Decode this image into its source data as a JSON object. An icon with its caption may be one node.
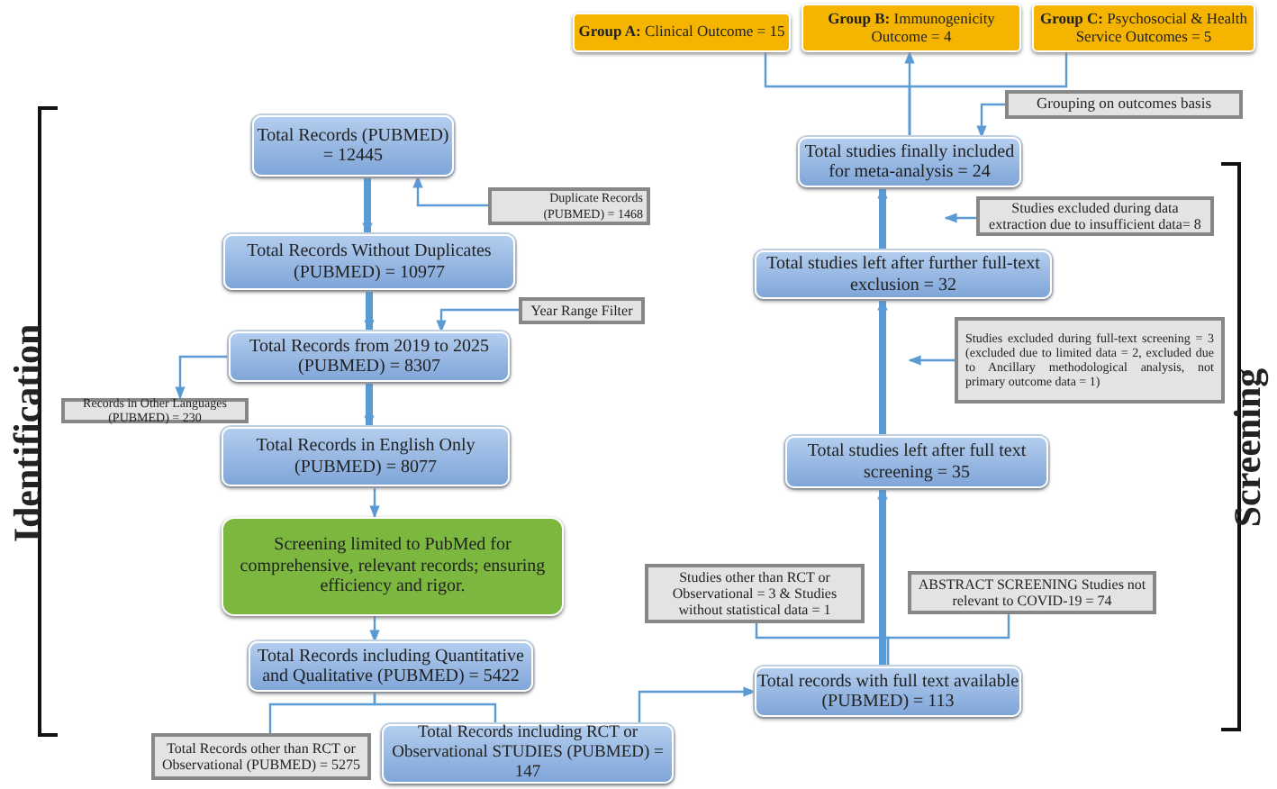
{
  "diagram": {
    "nodes": [
      {
        "text": [
          "Total Records (PUBMED) = 12445"
        ]
      },
      {
        "text": [
          "Duplicate Records (PUBMED) = 1468"
        ]
      },
      {
        "text": [
          "Total Records Without Duplicates (PUBMED) = 10977"
        ]
      },
      {
        "text": [
          "Year Range Filter"
        ]
      },
      {
        "text": [
          "Total Records from 2019 to 2025 (PUBMED) = 8307"
        ]
      },
      {
        "text": [
          "Records in Other Languages (PUBMED) = 230"
        ]
      },
      {
        "text": [
          "Total Records in English Only (PUBMED) = 8077"
        ]
      },
      {
        "text": [
          "Screening limited to PubMed for comprehensive, relevant records; ensuring efficiency and rigor."
        ]
      },
      {
        "text": [
          "Total Records including Quantitative and Qualitative (PUBMED) = 5422"
        ]
      },
      {
        "text": [
          "Total Records other than RCT or Observational (PUBMED) = 5275"
        ]
      },
      {
        "text": [
          "Total Records including RCT or Observational STUDIES (PUBMED) = 147"
        ]
      },
      {
        "text": [
          "Total records with full text available (PUBMED) = 113"
        ]
      },
      {
        "text": [
          "Studies other than RCT or Observational = 3 & Studies without statistical data = 1"
        ]
      },
      {
        "text": [
          "ABSTRACT SCREENING Studies not relevant to COVID-19 = 74"
        ]
      },
      {
        "text": [
          "Total studies left after full text screening = 35"
        ]
      },
      {
        "text": [
          "Studies excluded during full-text screening = 3 (excluded due to limited data = 2, excluded due to Ancillary methodological analysis, not primary outcome data = 1)"
        ]
      },
      {
        "text": [
          "Total studies left after further full-text exclusion = 32"
        ]
      },
      {
        "text": [
          "Studies excluded during data extraction due to insufficient data= 8"
        ]
      },
      {
        "text": [
          "Total studies finally included for meta-analysis = 24"
        ]
      },
      {
        "text": [
          "Grouping on outcomes basis"
        ]
      },
      {
        "text": [
          "**Group A:** Clinical Outcome = 15"
        ]
      },
      {
        "text": [
          "**Group B:** Immunogenicity Outcome = 4"
        ]
      },
      {
        "text": [
          "**Group C:** Psychosocial & Health Service Outcomes  = 5"
        ]
      }
    ],
    "edges": [
      {
        "from": 0,
        "to": 2,
        "arrow": "to",
        "style": "thick"
      },
      {
        "from": 1,
        "to": 0,
        "arrow": "to"
      },
      {
        "from": 2,
        "to": 4,
        "arrow": "to",
        "style": "thick"
      },
      {
        "from": 3,
        "to": 4,
        "arrow": "to"
      },
      {
        "from": 4,
        "to": 5,
        "arrow": "to"
      },
      {
        "from": 4,
        "to": 6,
        "arrow": "to",
        "style": "thick"
      },
      {
        "from": 6,
        "to": 7,
        "arrow": "to"
      },
      {
        "from": 7,
        "to": 8,
        "arrow": "to"
      },
      {
        "from": 8,
        "to": 9,
        "arrow": "none"
      },
      {
        "from": 8,
        "to": 10,
        "arrow": "none"
      },
      {
        "from": 10,
        "to": 11,
        "arrow": "to"
      },
      {
        "from": 12,
        "to": 11,
        "arrow": "none"
      },
      {
        "from": 13,
        "to": 11,
        "arrow": "none"
      },
      {
        "from": 11,
        "to": 14,
        "arrow": "to",
        "style": "thick"
      },
      {
        "from": 14,
        "to": 16,
        "arrow": "to",
        "style": "thick"
      },
      {
        "from": 15,
        "to": null,
        "arrow": "to"
      },
      {
        "from": 16,
        "to": 18,
        "arrow": "to",
        "style": "thick"
      },
      {
        "from": 17,
        "to": null,
        "arrow": "to"
      },
      {
        "from": 19,
        "to": 18,
        "arrow": "to"
      },
      {
        "from": 18,
        "to": 20,
        "arrow": "none"
      },
      {
        "from": 18,
        "to": 21,
        "arrow": "to"
      },
      {
        "from": 18,
        "to": 22,
        "arrow": "none"
      }
    ],
    "labels": [
      "Identification",
      "Screening"
    ]
  }
}
